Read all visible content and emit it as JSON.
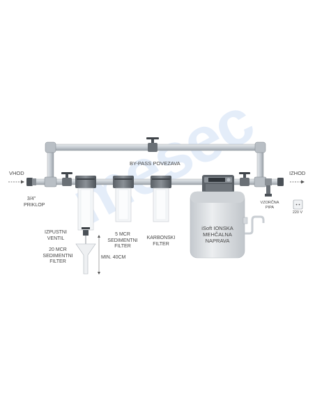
{
  "labels": {
    "vhod": "VHOD",
    "izhod": "IZHOD",
    "bypass": "BY-PASS POVEZAVA",
    "priklop_l1": "3/4\"",
    "priklop_l2": "PRIKLOP",
    "izpustni_l1": "IZPUSTNI",
    "izpustni_l2": "VENTIL",
    "mcr20_l1": "20 MCR",
    "mcr20_l2": "SEDIMENTNI",
    "mcr20_l3": "FILTER",
    "min40": "MIN. 40CM",
    "mcr5_l1": "5 MCR",
    "mcr5_l2": "SEDIMENTNI",
    "mcr5_l3": "FILTER",
    "karbon_l1": "KARBONSKI",
    "karbon_l2": "FILTER",
    "isoft_l1": "iSoft IONSKA",
    "isoft_l2": "MEHČALNA",
    "isoft_l3": "NAPRAVA",
    "vzorcna_l1": "VZORČNA",
    "vzorcna_l2": "PIPA",
    "volt": "220 V"
  },
  "watermark": "mesec",
  "colors": {
    "pipe": "#c9ced3",
    "pipe_edge": "#8c939a",
    "dark": "#4b5157",
    "cabinet": "#d9dde1",
    "accent": "#2a6fd6"
  }
}
